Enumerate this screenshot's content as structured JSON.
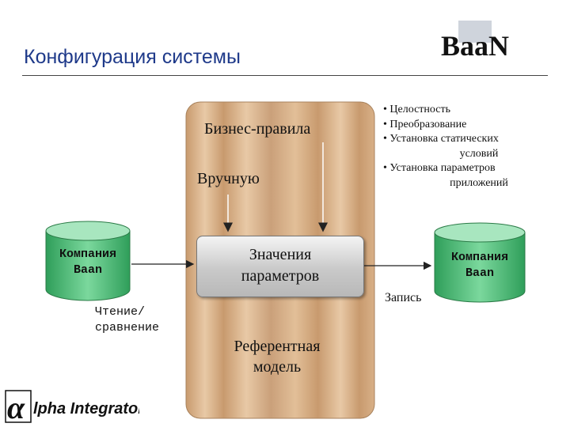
{
  "title": "Конфигурация системы",
  "logo_top": {
    "text": "BaaN"
  },
  "logo_bottom": {
    "symbol": "α",
    "text": "lpha Integrator"
  },
  "pillar": {
    "business_rules": "Бизнес-правила",
    "manual": "Вручную",
    "parameter_values": "Значения\nпараметров",
    "reference_model": "Референтная\nмодель"
  },
  "left_db": {
    "label": "Компания\nBaan"
  },
  "right_db": {
    "label": "Компания\nBaan"
  },
  "read_compare": "Чтение/\nсравнение",
  "write_label": "Запись",
  "bullets": [
    {
      "line1": "Целостность"
    },
    {
      "line1": "Преобразование"
    },
    {
      "line1": "Установка статических",
      "line2": "условий"
    },
    {
      "line1": "Установка параметров",
      "line2": "приложений"
    }
  ],
  "colors": {
    "title": "#1f3a8a",
    "pillar_light": "#e8c9a6",
    "pillar_dark": "#c89a6e",
    "cylinder_body": "#4fc07a",
    "cylinder_top": "#a8e6bf"
  }
}
